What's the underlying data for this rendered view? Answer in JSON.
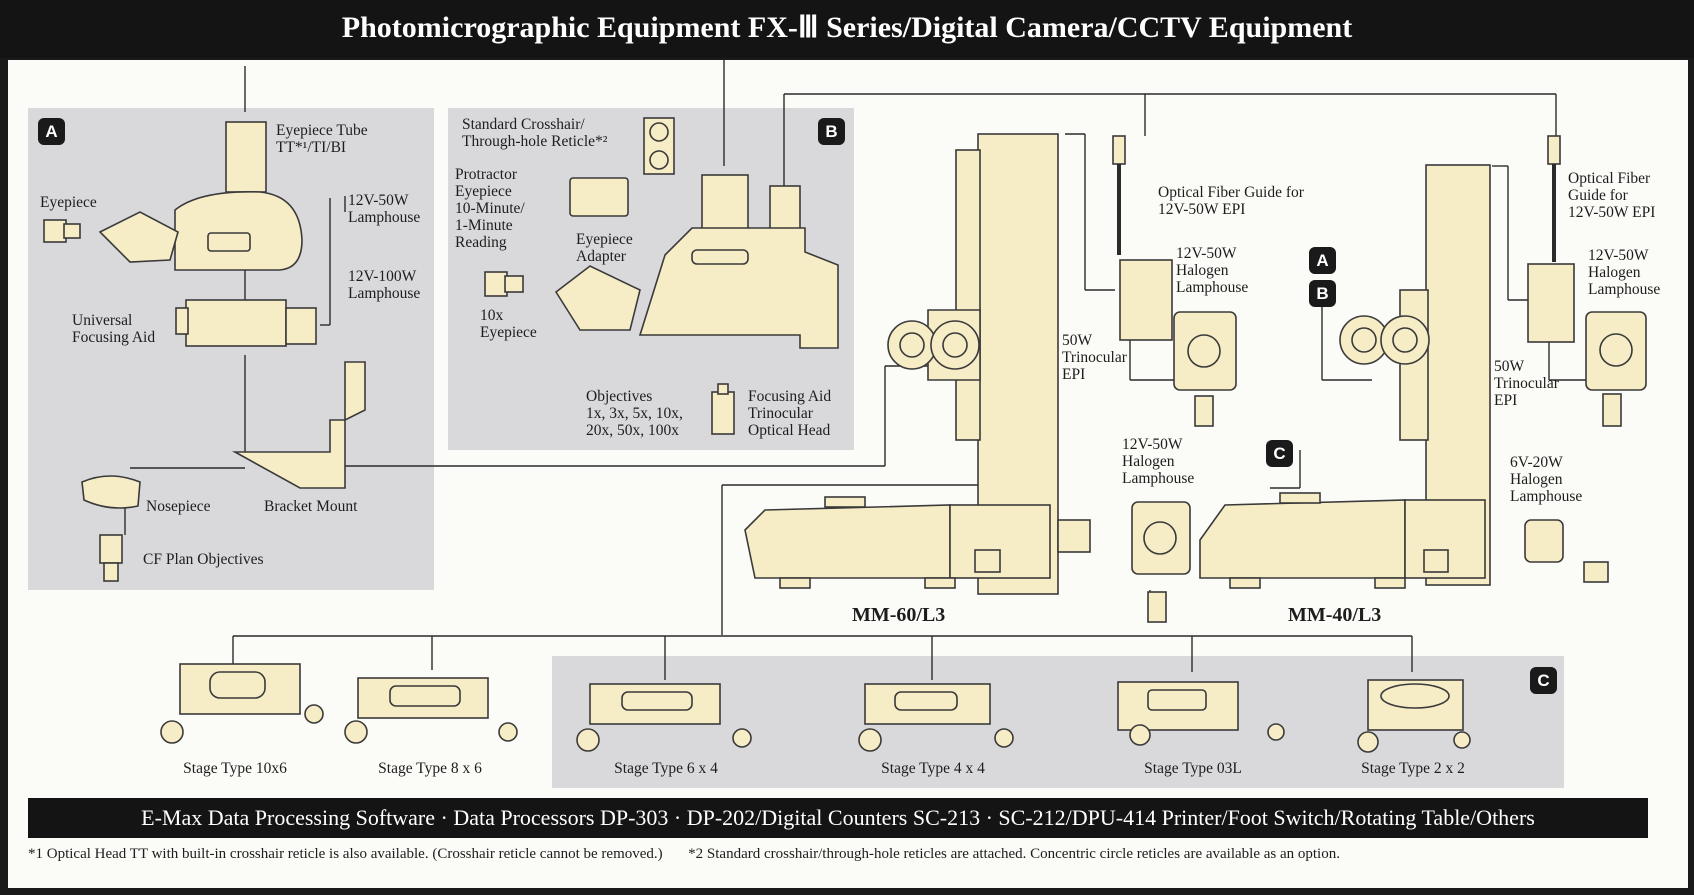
{
  "title": "Photomicrographic Equipment FX-Ⅲ Series/Digital Camera/CCTV Equipment",
  "badges": {
    "a": "A",
    "b": "B",
    "c": "C"
  },
  "section_a": {
    "eyepiece_tube": "Eyepiece Tube\nTT*¹/TI/BI",
    "eyepiece": "Eyepiece",
    "lamphouse_50": "12V-50W\nLamphouse",
    "lamphouse_100": "12V-100W\nLamphouse",
    "focusing_aid": "Universal\nFocusing Aid",
    "nosepiece": "Nosepiece",
    "bracket_mount": "Bracket Mount",
    "objectives": "CF Plan Objectives"
  },
  "section_b": {
    "reticle": "Standard Crosshair/\nThrough-hole Reticle*²",
    "protractor": "Protractor\nEyepiece\n10-Minute/\n1-Minute\nReading",
    "eyepiece_adapter": "Eyepiece\nAdapter",
    "eyepiece_10x": "10x\nEyepiece",
    "objectives": "Objectives\n1x, 3x, 5x, 10x,\n20x, 50x, 100x",
    "focusing_aid": "Focusing Aid\nTrinocular\nOptical Head"
  },
  "microscopes": {
    "mm60": {
      "model": "MM-60/L3",
      "fiber_guide": "Optical Fiber Guide for\n12V-50W EPI",
      "halogen": "12V-50W\nHalogen\nLamphouse",
      "trinocular": "50W\nTrinocular\nEPI",
      "halogen_bottom": "12V-50W\nHalogen\nLamphouse"
    },
    "mm40": {
      "model": "MM-40/L3",
      "fiber_guide": "Optical Fiber\nGuide for\n12V-50W EPI",
      "halogen": "12V-50W\nHalogen\nLamphouse",
      "trinocular": "50W\nTrinocular\nEPI",
      "halogen_6v": "6V-20W\nHalogen\nLamphouse"
    }
  },
  "stages": [
    "Stage Type 10x6",
    "Stage Type 8 x 6",
    "Stage Type 6 x 4",
    "Stage Type 4 x 4",
    "Stage Type 03L",
    "Stage Type 2 x 2"
  ],
  "bottom_bar": "E-Max Data Processing Software · Data Processors DP-303 · DP-202/Digital Counters SC-213 · SC-212/DPU-414 Printer/Foot Switch/Rotating Table/Others",
  "footnotes": {
    "note1": "*1 Optical Head TT with built-in crosshair reticle is also available. (Crosshair reticle cannot be removed.)",
    "note2": "*2 Standard crosshair/through-hole reticles are attached. Concentric circle reticles are available as an option."
  },
  "colors": {
    "equipment": "#f6ecc6",
    "panel": "#fbfbf7",
    "section_bg": "#d9d9dc",
    "bar": "#141414"
  }
}
